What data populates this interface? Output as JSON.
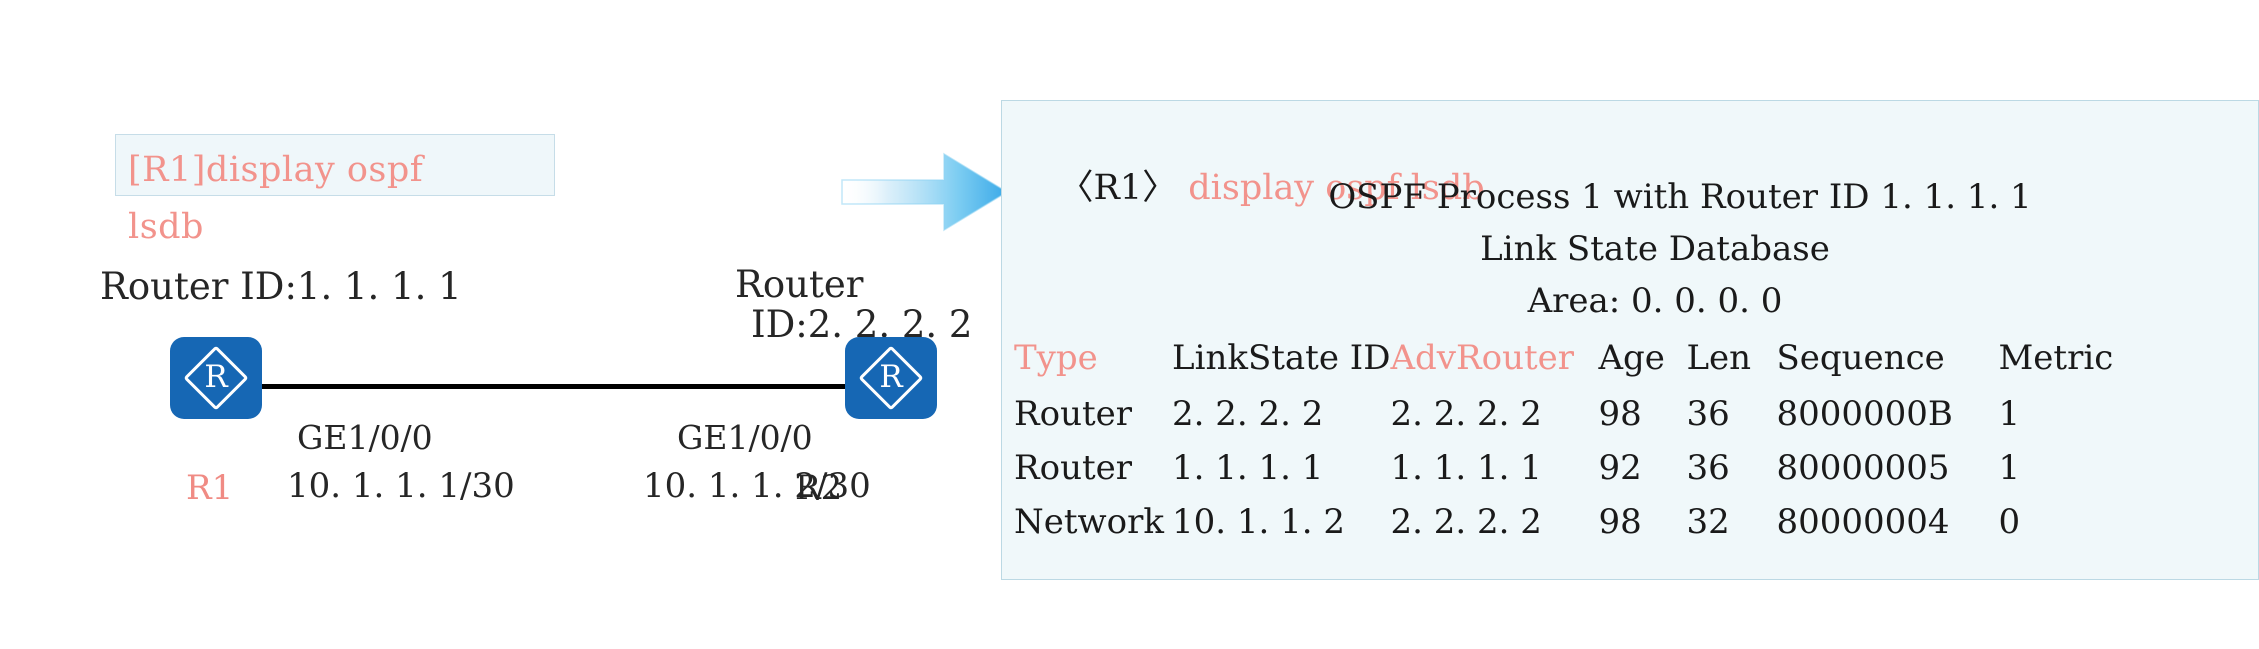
{
  "diagram": {
    "command_box": {
      "line1": "[R1]display ospf",
      "line2": "lsdb"
    },
    "left_router": {
      "router_id_label": "Router ID:1. 1. 1. 1",
      "icon_char": "R",
      "name": "R1",
      "interface": "GE1/0/0",
      "address": "10. 1. 1. 1/30"
    },
    "right_router": {
      "router_id_line1": "Router",
      "router_id_line2": "ID:2. 2. 2. 2",
      "icon_char": "R",
      "name": "R2",
      "interface": "GE1/0/0",
      "address": "10. 1. 1. 2/30"
    },
    "arrow_icon_name": "right-arrow-icon"
  },
  "output": {
    "prompt_tag": "〈R1〉",
    "prompt_command": "display ospf lsdb",
    "header_process": "OSPF Process 1 with Router ID 1. 1. 1. 1",
    "header_lsdb": "Link State Database",
    "header_area": "Area: 0. 0. 0. 0",
    "columns": [
      "Type",
      "LinkState ID",
      "AdvRouter",
      "Age",
      "Len",
      "Sequence",
      "Metric"
    ],
    "rows": [
      {
        "type": "Router",
        "linkstate_id": "2. 2. 2. 2",
        "adv_router": "2. 2. 2. 2",
        "age": "98",
        "len": "36",
        "sequence": "8000000B",
        "metric": "1"
      },
      {
        "type": "Router",
        "linkstate_id": "1. 1. 1. 1",
        "adv_router": "1. 1. 1. 1",
        "age": "92",
        "len": "36",
        "sequence": "80000005",
        "metric": "1"
      },
      {
        "type": "Network",
        "linkstate_id": "10. 1. 1. 2",
        "adv_router": "2. 2. 2. 2",
        "age": "98",
        "len": "32",
        "sequence": "80000004",
        "metric": "0"
      }
    ]
  },
  "colors": {
    "accent_red": "#f2938c",
    "router_blue": "#1667b4",
    "panel_bg": "#f0f8fa",
    "panel_border": "#bcd9e4",
    "text_dark": "#1a1a1a"
  }
}
